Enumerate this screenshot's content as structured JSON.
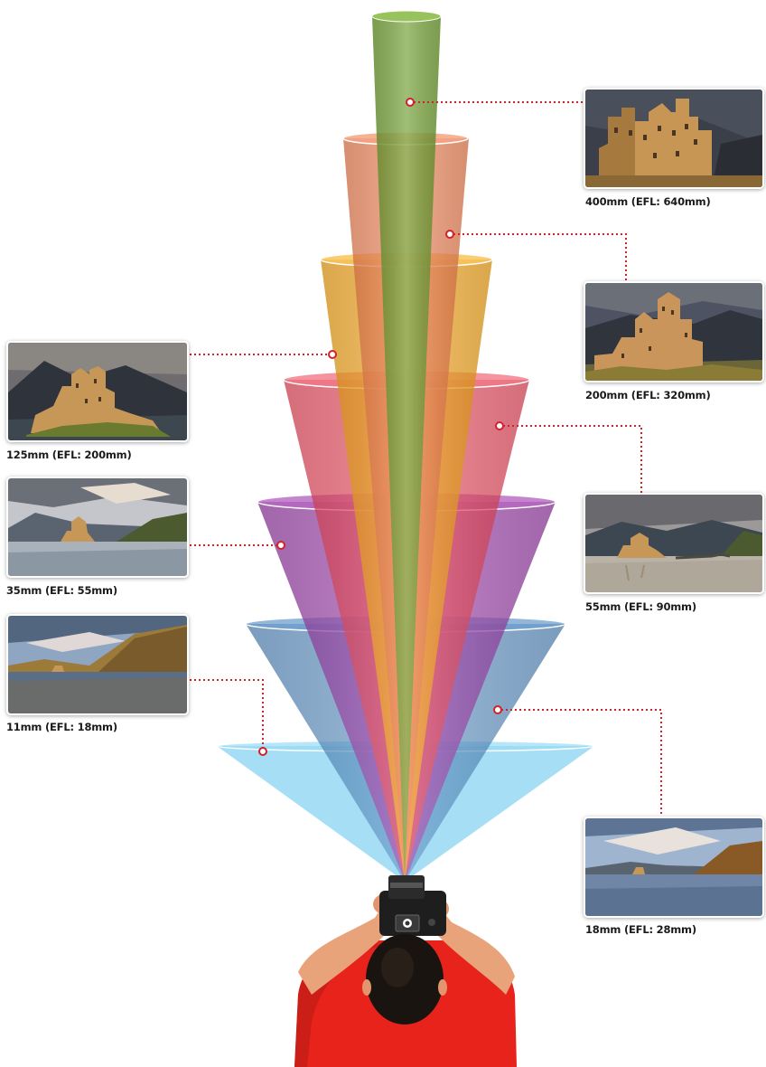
{
  "focal_lengths": [
    {
      "id": "400",
      "caption": "400mm (EFL: 640mm)",
      "cone_color": "#6f9e2f"
    },
    {
      "id": "200",
      "caption": "200mm (EFL: 320mm)",
      "cone_color": "#f07a4a"
    },
    {
      "id": "125",
      "caption": "125mm (EFL: 200mm)",
      "cone_color": "#f6a515"
    },
    {
      "id": "55",
      "caption": "55mm (EFL: 90mm)",
      "cone_color": "#ec4054"
    },
    {
      "id": "35",
      "caption": "35mm (EFL: 55mm)",
      "cone_color": "#9a39a8"
    },
    {
      "id": "18",
      "caption": "18mm (EFL: 28mm)",
      "cone_color": "#3f7fbd"
    },
    {
      "id": "11",
      "caption": "11mm (EFL: 18mm)",
      "cone_color": "#5cc3ec"
    }
  ],
  "connector_color": "#d0222a",
  "photographer": {
    "shirt_color": "#e8231c",
    "skin_color": "#e9a37b",
    "hair_color": "#1a1410",
    "camera_color": "#1e1e1e"
  }
}
